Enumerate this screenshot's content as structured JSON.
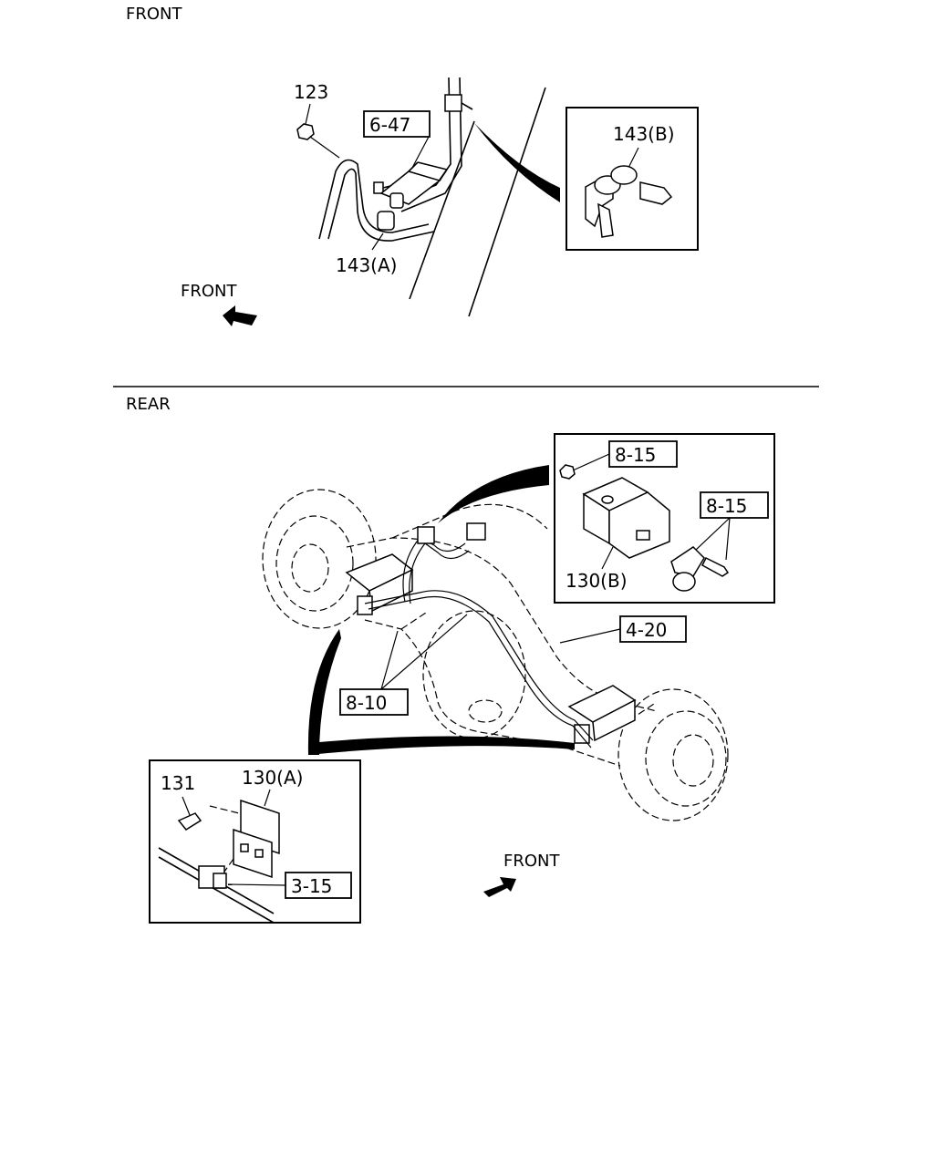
{
  "sections": {
    "top_heading": "FRONT",
    "bottom_heading": "REAR"
  },
  "front_view": {
    "callouts": {
      "nut_123": "123",
      "ref_6_47": "6-47",
      "clip_143a": "143(A)",
      "clip_143b": "143(B)"
    },
    "direction_label": "FRONT"
  },
  "rear_view": {
    "callouts": {
      "ref_8_15_a": "8-15",
      "ref_8_15_b": "8-15",
      "bracket_130b": "130(B)",
      "ref_4_20": "4-20",
      "ref_8_10": "8-10",
      "bolt_131": "131",
      "bracket_130a": "130(A)",
      "ref_3_15": "3-15"
    },
    "direction_label": "FRONT"
  }
}
